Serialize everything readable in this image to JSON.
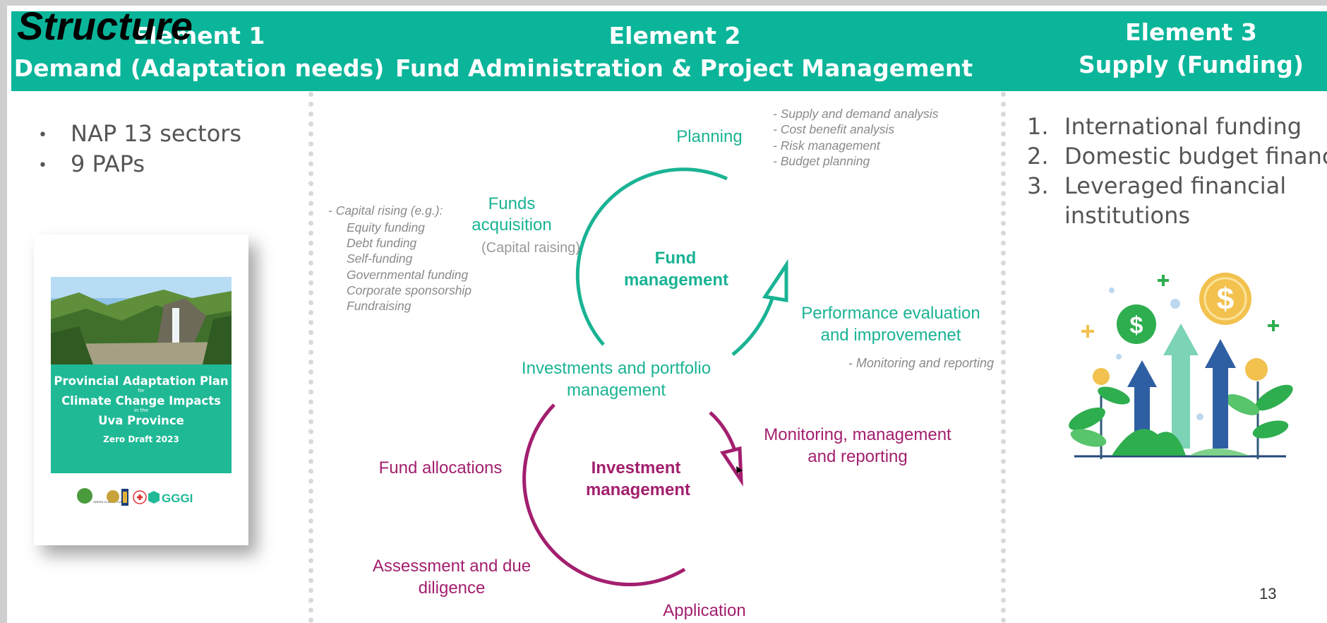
{
  "slide": {
    "title": "Structure",
    "page_number": "13",
    "colors": {
      "header": "#0bb59a",
      "cycle_green": "#1ab394",
      "cycle_purple": "#a31f6e",
      "note_gray": "#8a8a8a"
    }
  },
  "element1": {
    "heading": "Element 1",
    "subheading": "Demand (Adaptation needs)",
    "bullets": [
      "NAP 13 sectors",
      "9 PAPs"
    ],
    "cover": {
      "title_line1": "Provincial Adaptation Plan",
      "for": "for",
      "title_line2": "Climate Change Impacts",
      "in_the": "in the",
      "title_line3": "Uva Province",
      "draft": "Zero Draft 2023",
      "logo_text": "GGGI",
      "gcf_text": "GREEN CLIMATE FUND"
    }
  },
  "element2": {
    "heading": "Element 2",
    "subheading": "Fund Administration & Project Management",
    "fund_cycle": {
      "center_line1": "Fund",
      "center_line2": "management",
      "planning": "Planning",
      "planning_notes": [
        "- Supply and demand analysis",
        "- Cost benefit analysis",
        "- Risk management",
        "- Budget planning"
      ],
      "funds_line1": "Funds",
      "funds_line2": "acquisition",
      "funds_sub": "(Capital raising)",
      "capital_notes": [
        "- Capital rising (e.g.):",
        "Equity funding",
        "Debt funding",
        "Self-funding",
        "Governmental funding",
        "Corporate sponsorship",
        "Fundraising"
      ],
      "perf_line1": "Performance evaluation",
      "perf_line2": "and improvemenet",
      "perf_note": "- Monitoring and reporting",
      "invest_line1": "Investments and portfolio",
      "invest_line2": "management"
    },
    "investment_cycle": {
      "center_line1": "Investment",
      "center_line2": "management",
      "fund_allocations": "Fund allocations",
      "monitor_line1": "Monitoring, management",
      "monitor_line2": "and reporting",
      "assess_line1": "Assessment and due",
      "assess_line2": "diligence",
      "application": "Application"
    }
  },
  "element3": {
    "heading": "Element 3",
    "subheading": "Supply (Funding)",
    "items": [
      {
        "num": "1.",
        "text": "International funding"
      },
      {
        "num": "2.",
        "text": "Domestic budget financ"
      },
      {
        "num": "3.",
        "text": "Leveraged financial"
      },
      {
        "num": "",
        "text": "institutions"
      }
    ],
    "illustration": {
      "coin_symbol": "$"
    }
  }
}
